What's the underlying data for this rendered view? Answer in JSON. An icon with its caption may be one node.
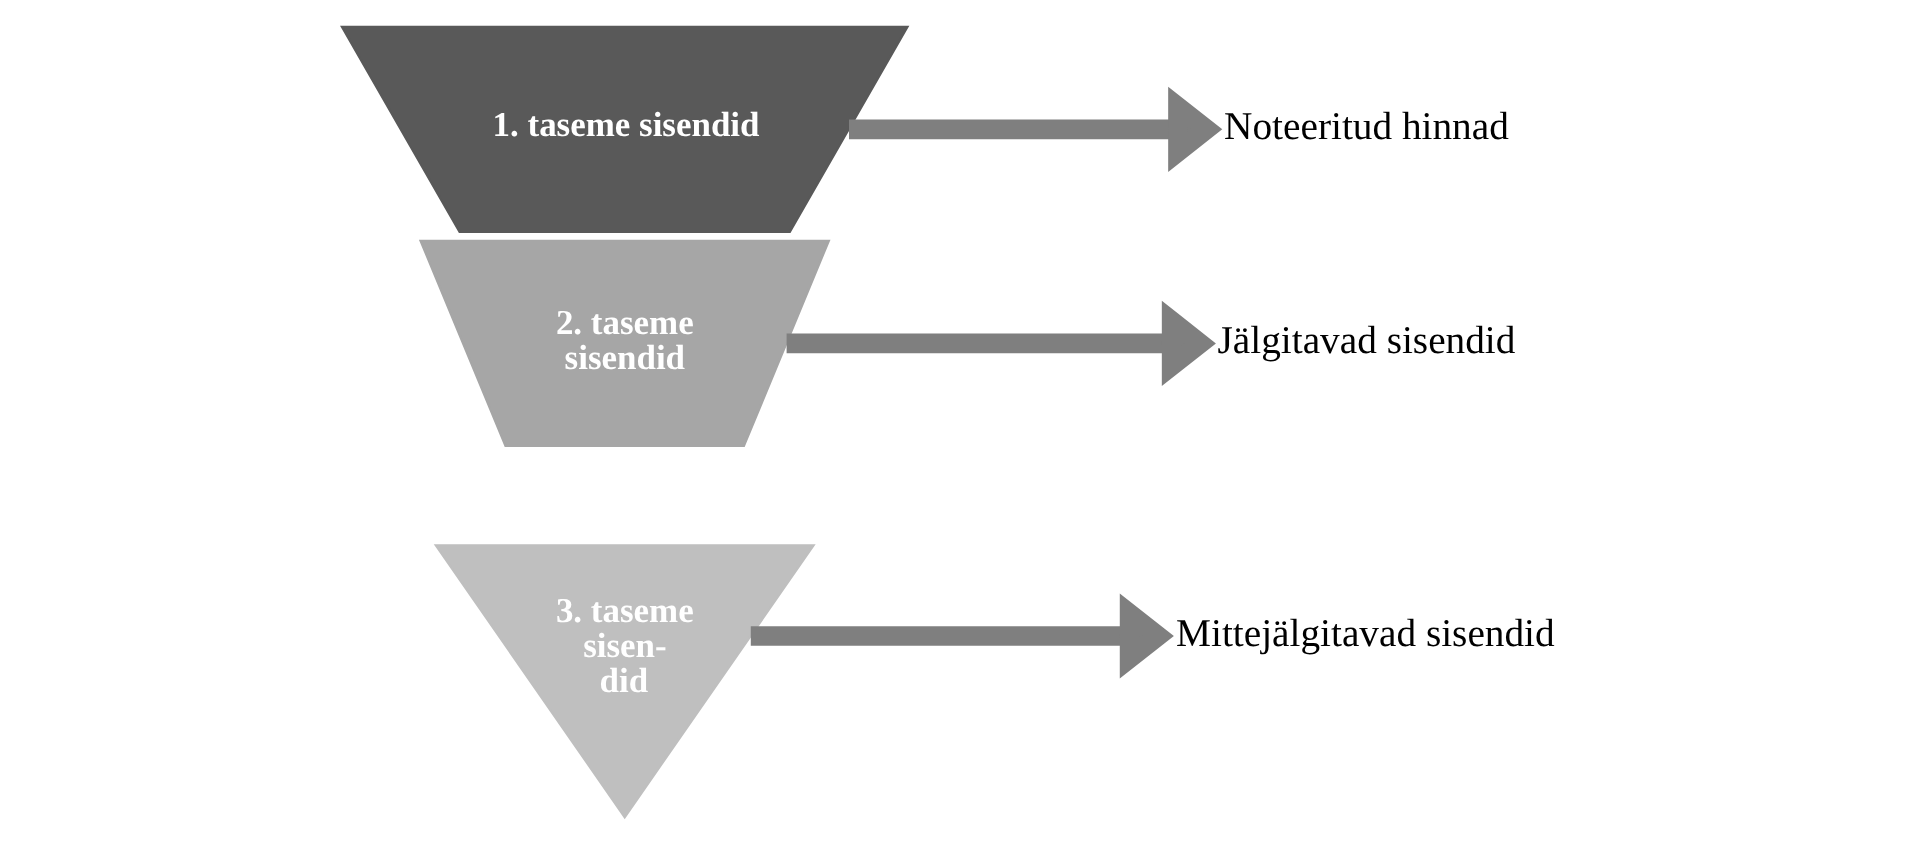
{
  "diagram": {
    "nodes": [
      {
        "text": [
          "1. taseme sisendid"
        ]
      },
      {
        "text": [
          "2. taseme sisendid"
        ]
      },
      {
        "text": [
          "3. taseme sisen- did"
        ]
      },
      {
        "text": [
          "Noteeritud hinnad"
        ]
      },
      {
        "text": [
          "Jälgitavad sisendid"
        ]
      },
      {
        "text": [
          "Mittejälgitavad sisendid"
        ]
      }
    ],
    "edges": [
      {
        "from": 0,
        "to": 3,
        "arrow": "to"
      },
      {
        "from": 1,
        "to": 4,
        "arrow": "to"
      },
      {
        "from": 2,
        "to": 5,
        "arrow": "to"
      }
    ]
  }
}
